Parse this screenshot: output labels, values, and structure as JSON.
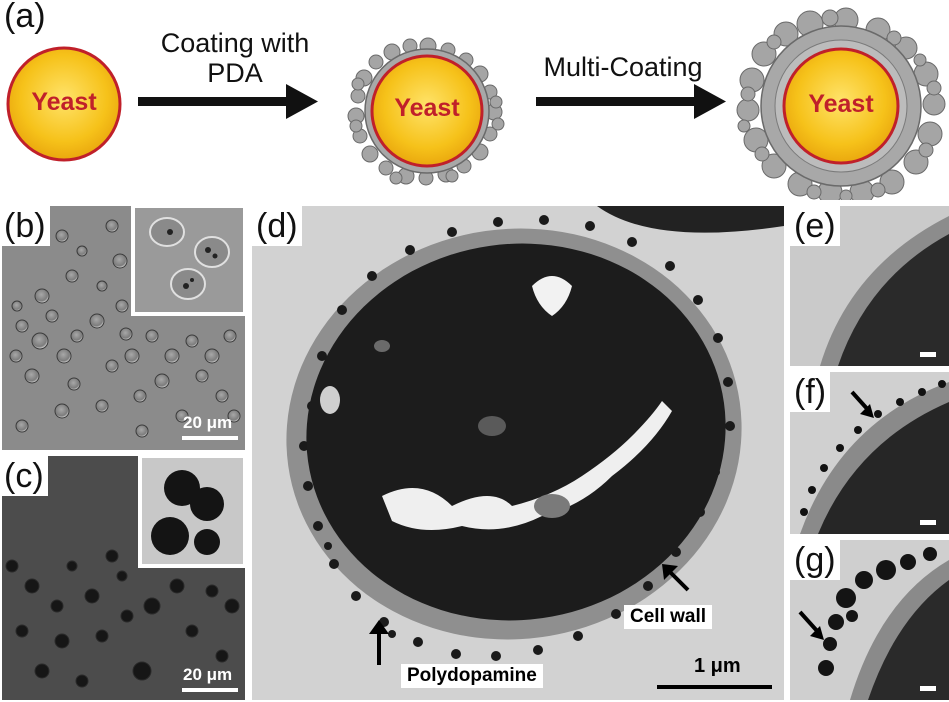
{
  "panels": {
    "a": "(a)",
    "b": "(b)",
    "c": "(c)",
    "d": "(d)",
    "e": "(e)",
    "f": "(f)",
    "g": "(g)"
  },
  "schematic": {
    "cell_label": "Yeast",
    "step1": [
      "Coating with",
      "PDA"
    ],
    "step2": "Multi-Coating",
    "colors": {
      "cell_fill": "#f6c21a",
      "cell_border": "#c0202a",
      "text": "#c0202a",
      "coating": "#9a9a9a"
    }
  },
  "micrographs": {
    "scale_b": "20 μm",
    "scale_c": "20 μm",
    "scale_d": "1 μm",
    "label_cell_wall": "Cell wall",
    "label_polydopamine": "Polydopamine"
  }
}
